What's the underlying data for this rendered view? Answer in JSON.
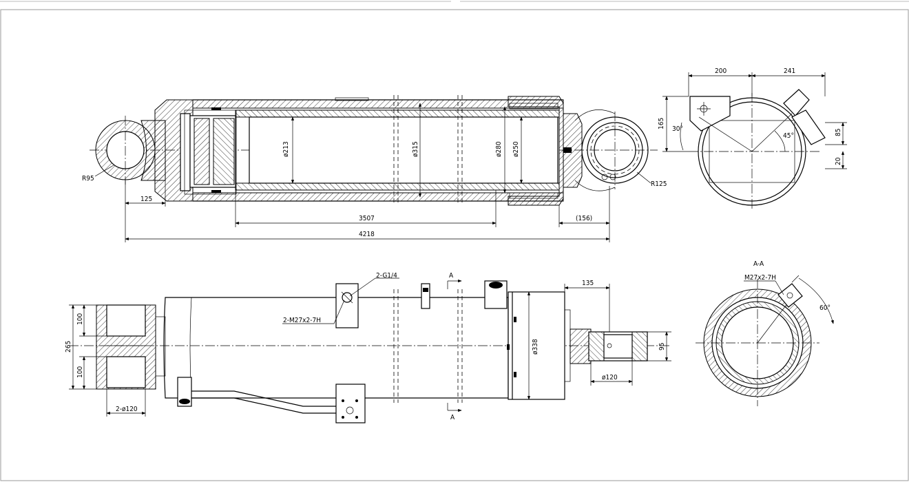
{
  "drawing": {
    "top_view": {
      "dim_R95": "R95",
      "dim_125": "125",
      "dim_213": "ø213",
      "dim_315": "ø315",
      "dim_280": "ø280",
      "dim_250": "ø250",
      "dim_3507": "3507",
      "dim_156": "(156)",
      "dim_4218": "4218",
      "dim_R125": "R125"
    },
    "end_view": {
      "dim_200": "200",
      "dim_241": "241",
      "dim_165": "165",
      "dim_30deg": "30°",
      "dim_45deg": "45°",
      "dim_85": "85",
      "dim_20": "20"
    },
    "bottom_view": {
      "label_port": "2-G1/4",
      "label_thread": "2-M27x2-7H",
      "section_mark_top": "A",
      "section_mark_bottom": "A",
      "dim_100_top": "100",
      "dim_100_bottom": "100",
      "dim_265": "265",
      "dim_2x120": "2-ø120",
      "dim_135": "135",
      "dim_338": "ø338",
      "dim_95": "95",
      "dim_120": "ø120"
    },
    "section_view": {
      "title": "A-A",
      "label_thread": "M27x2-7H",
      "dim_60deg": "60°"
    }
  }
}
